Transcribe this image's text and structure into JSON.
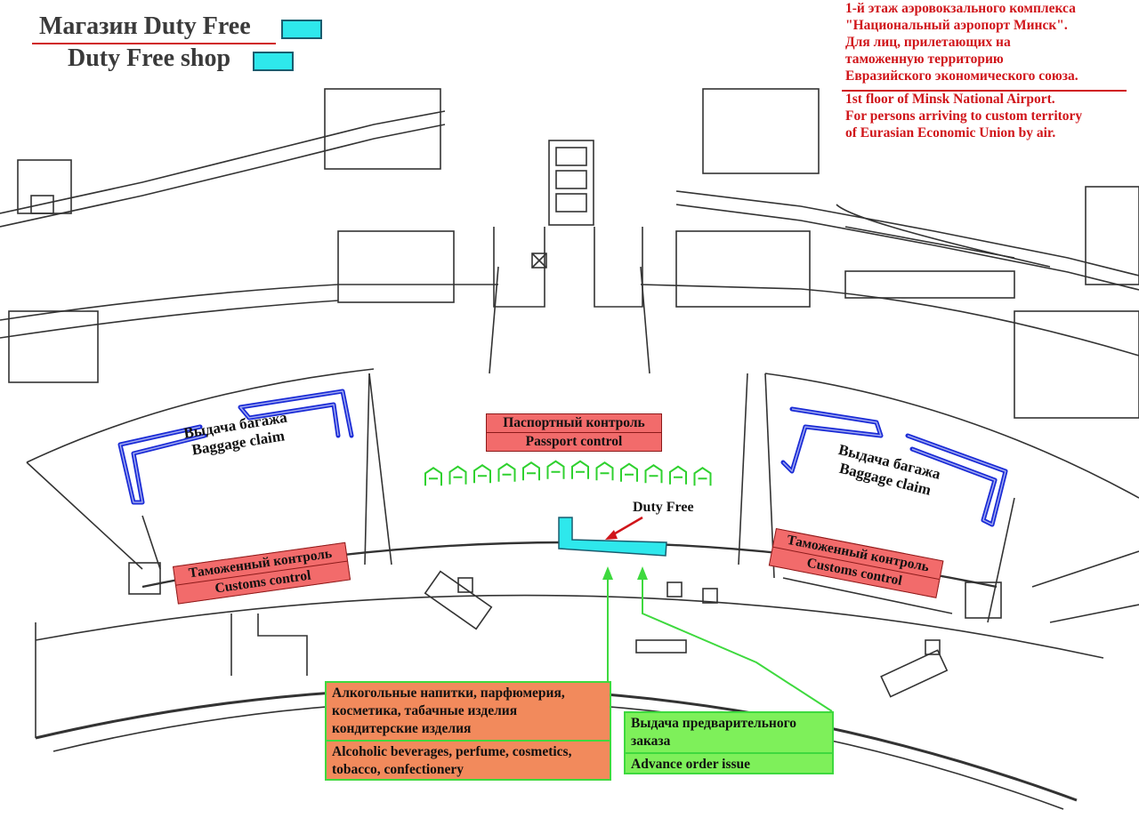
{
  "legend": {
    "ru_label": "Магазин Duty Free",
    "en_label": "Duty Free shop",
    "swatch_color": "#2ee8ec"
  },
  "title": {
    "lines": [
      "1-й этаж аэровокзального комплекса",
      "\"Национальный аэропорт Минск\".",
      "Для лиц, прилетающих на",
      "таможенную территорию",
      "Евразийского экономического союза.",
      "1st floor of Minsk National Airport.",
      " For persons arriving to custom territory",
      " of Eurasian Economic Union by air."
    ],
    "color": "#d0151a"
  },
  "passport_control": {
    "ru": "Паспортный контроль",
    "en": "Passport control"
  },
  "baggage_left": {
    "ru": "Выдача багажа",
    "en": "Baggage claim"
  },
  "baggage_right": {
    "ru": "Выдача багажа",
    "en": "Baggage claim"
  },
  "customs_left": {
    "ru": "Таможенный контроль",
    "en": "Customs control"
  },
  "customs_right": {
    "ru": "Таможенный контроль",
    "en": "Customs control"
  },
  "duty_free_pointer": "Duty Free",
  "products_box": {
    "ru": "Алкогольные напитки, парфюмерия, косметика, табачные изделия кондитерские изделия",
    "en": "Alcoholic beverages, perfume, cosmetics, tobacco, confectionery",
    "color": "#f28a5c"
  },
  "advance_box": {
    "ru": "Выдача предварительного заказа",
    "en": "Advance order issue",
    "color": "#7ef05a"
  },
  "colors": {
    "wall": "#333333",
    "carousel": "#1a2bd6",
    "booth": "#2fd12f",
    "label_red": "#f26b6b",
    "pointer_green": "#3ed93e",
    "pointer_red": "#d0151a"
  }
}
